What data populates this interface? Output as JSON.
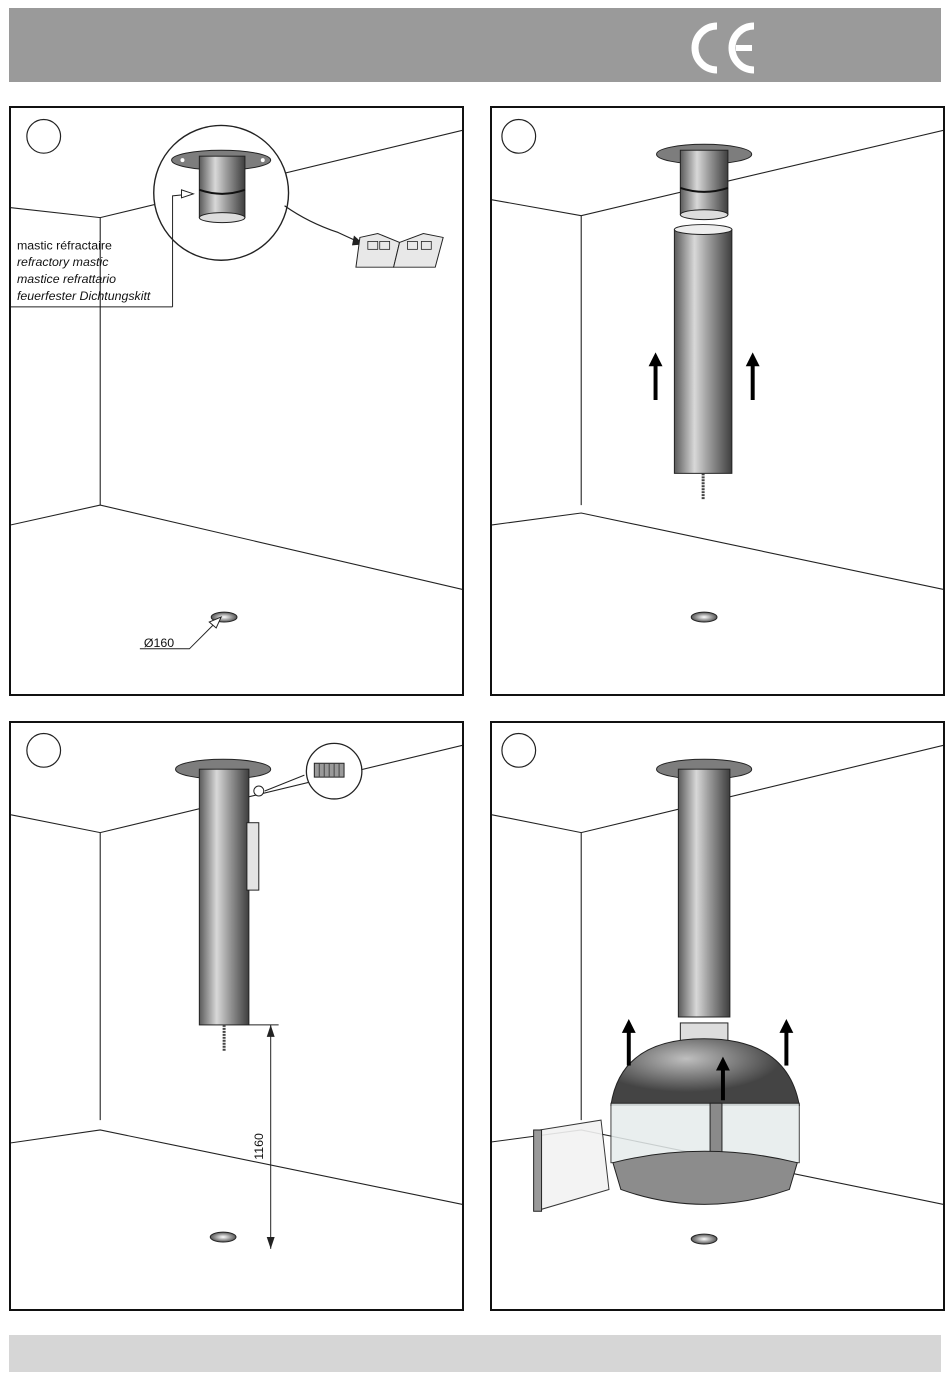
{
  "header": {
    "mark": "CE"
  },
  "panels": {
    "p1": {
      "labels": {
        "fr": "mastic réfractaire",
        "en": "refractory mastic",
        "it": "mastice refrattario",
        "de": "feuerfester Dichtungskitt"
      },
      "diameter": "Ø160"
    },
    "p3": {
      "dimension": "1160"
    }
  },
  "colors": {
    "header": "#9a9a9a",
    "footer": "#d6d6d6"
  }
}
